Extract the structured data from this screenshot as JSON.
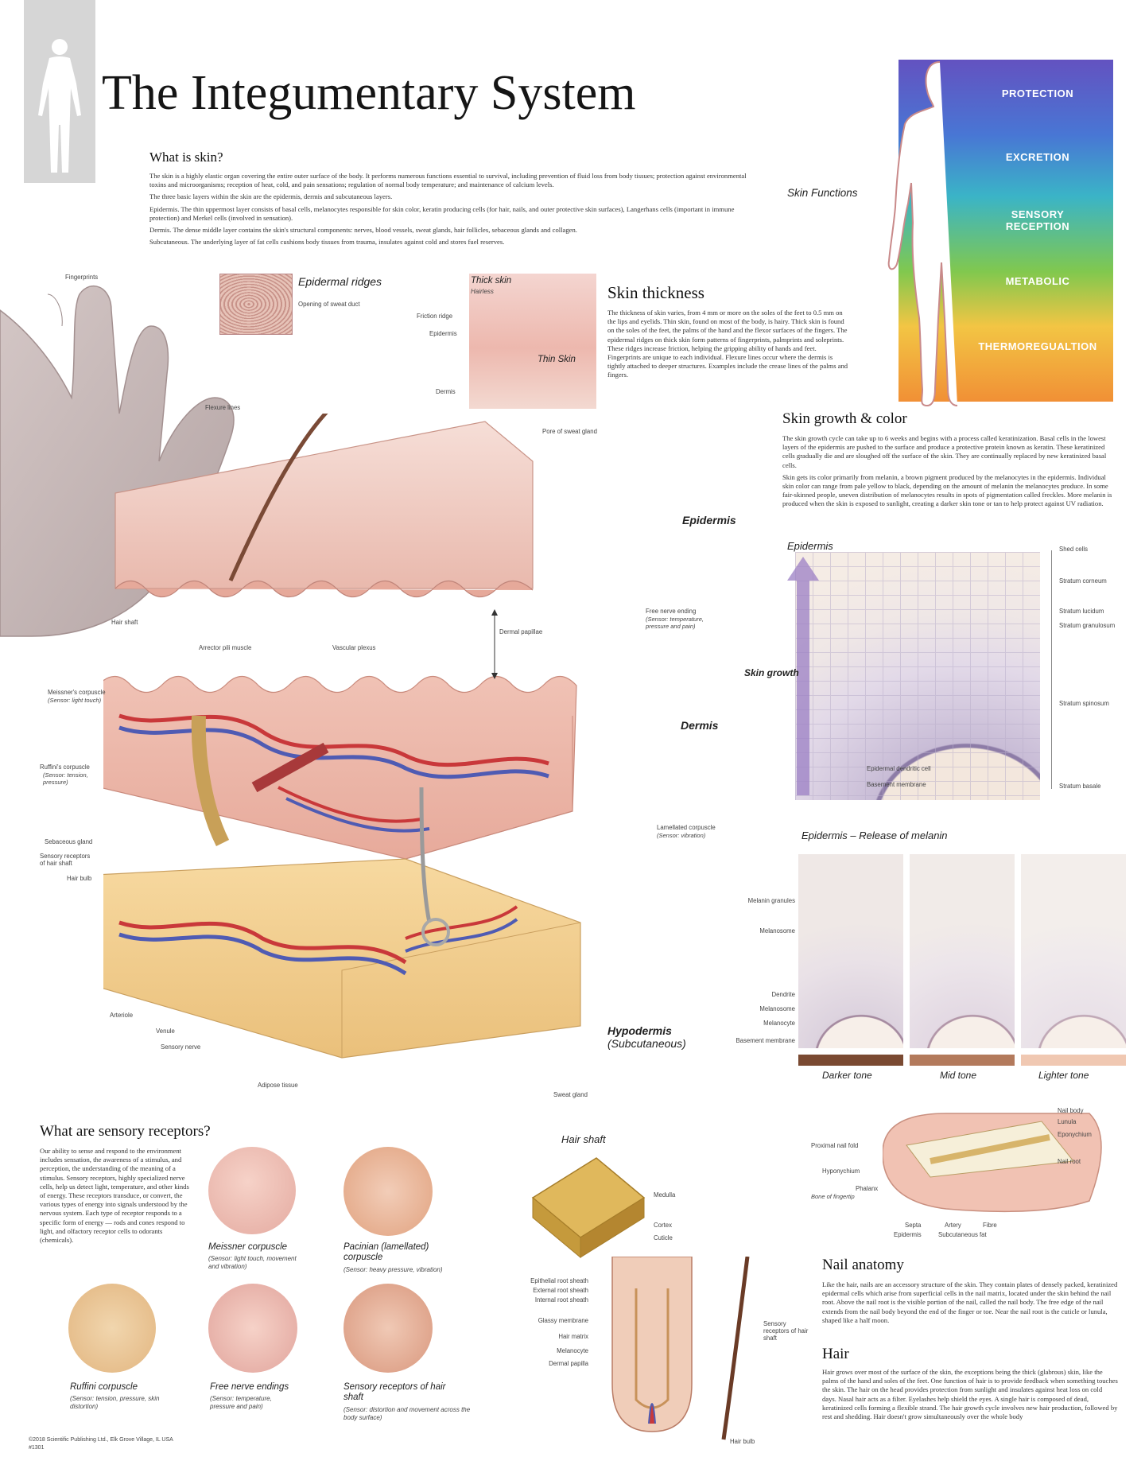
{
  "header": {
    "title": "The Integumentary System"
  },
  "what_is_skin": {
    "heading": "What is skin?",
    "p1": "The skin is a highly elastic organ covering the entire outer surface of the body. It performs numerous functions essential to survival, including prevention of fluid loss from body tissues; protection against environmental toxins and microorganisms; reception of heat, cold, and pain sensations; regulation of normal body temperature; and maintenance of calcium levels.",
    "p2": "The three basic layers within the skin are the epidermis, dermis and subcutaneous layers.",
    "p3": "Epidermis. The thin uppermost layer consists of basal cells, melanocytes responsible for skin color, keratin producing cells (for hair, nails, and outer protective skin surfaces), Langerhans cells (important in immune protection) and Merkel cells (involved in sensation).",
    "p4": "Dermis. The dense middle layer contains the skin's structural components: nerves, blood vessels, sweat glands, hair follicles, sebaceous glands and collagen.",
    "p5": "Subcutaneous. The underlying layer of fat cells cushions body tissues from trauma, insulates against cold and stores fuel reserves."
  },
  "skin_functions": {
    "label": "Skin Functions",
    "bands": [
      "PROTECTION",
      "EXCRETION",
      "SENSORY RECEPTION",
      "METABOLIC",
      "THERMOREGUALTION"
    ],
    "colors": [
      "#6a4fc2",
      "#3d7fd6",
      "#35b5b0",
      "#6cc24a",
      "#f0a235"
    ]
  },
  "ridges": {
    "title": "Epidermal ridges",
    "fingerprints": "Fingerprints",
    "sweat_duct": "Opening of sweat duct",
    "flexure": "Flexure lines"
  },
  "thickness_panel": {
    "thick": "Thick skin",
    "hairless": "Hairless",
    "thin": "Thin Skin",
    "friction": "Friction ridge",
    "epidermis": "Epidermis",
    "dermis": "Dermis"
  },
  "skin_thickness": {
    "heading": "Skin thickness",
    "text": "The thickness of skin varies, from 4 mm or more on the soles of the feet to 0.5 mm on the lips and eyelids. Thin skin, found on most of the body, is hairy. Thick skin is found on the soles of the feet, the palms of the hand and the flexor surfaces of the fingers. The epidermal ridges on thick skin form patterns of fingerprints, palmprints and soleprints. These ridges increase friction, helping the gripping ability of hands and feet. Fingerprints are unique to each individual. Flexure lines occur where the dermis is tightly attached to deeper structures. Examples include the crease lines of the palms and fingers."
  },
  "growth_color": {
    "heading": "Skin growth & color",
    "p1": "The skin growth cycle can take up to 6 weeks and begins with a process called keratinization. Basal cells in the lowest layers of the epidermis are pushed to the surface and produce a protective protein known as keratin. These keratinized cells gradually die and are sloughed off the surface of the skin. They are continually replaced by new keratinized basal cells.",
    "p2": "Skin gets its color primarily from melanin, a brown pigment produced by the melanocytes in the epidermis. Individual skin color can range from pale yellow to black, depending on the amount of melanin the melanocytes produce. In some fair-skinned people, uneven distribution of melanocytes results in spots of pigmentation called freckles. More melanin is produced when the skin is exposed to sunlight, creating a darker skin tone or tan to help protect against UV radiation."
  },
  "main_labels": {
    "epidermis": "Epidermis",
    "dermis": "Dermis",
    "hypodermis": "Hypodermis",
    "subcutaneous": "(Subcutaneous)",
    "pore": "Pore of sweat gland",
    "hair_shaft": "Hair shaft",
    "dermal_papillae": "Dermal papillae",
    "free_nerve": "Free nerve ending",
    "free_nerve_sub": "(Sensor: temperature, pressure and pain)",
    "arrector": "Arrector pili muscle",
    "vascular": "Vascular plexus",
    "meissner": "Meissner's corpuscle",
    "meissner_sub": "(Sensor: light touch)",
    "ruffini": "Ruffini's corpuscle",
    "ruffini_sub": "(Sensor: tension, pressure)",
    "sebaceous": "Sebaceous gland",
    "sensory_hair": "Sensory receptors of hair shaft",
    "hair_bulb": "Hair bulb",
    "lamellated": "Lamellated corpuscle",
    "lamellated_sub": "(Sensor: vibration)",
    "arteriole": "Arteriole",
    "venule": "Venule",
    "sensory_nerve": "Sensory nerve",
    "adipose": "Adipose tissue",
    "sweat_gland": "Sweat gland"
  },
  "epidermis_detail": {
    "title": "Epidermis",
    "growth": "Skin growth",
    "layers": [
      "Shed cells",
      "Stratum corneum",
      "Stratum lucidum",
      "Stratum granulosum",
      "Stratum spinosum",
      "Stratum basale"
    ],
    "dendritic": "Epidermal dendritic cell",
    "basement": "Basement membrane"
  },
  "melanin": {
    "title": "Epidermis – Release of melanin",
    "labels": [
      "Melanin granules",
      "Melanosome",
      "Dendrite",
      "Melanosome",
      "Melanocyte",
      "Basement membrane"
    ],
    "tones": [
      "Darker tone",
      "Mid tone",
      "Lighter tone"
    ],
    "tone_colors": [
      "#7a4a32",
      "#b37a5c",
      "#f0c8b2"
    ]
  },
  "sensory": {
    "heading": "What are sensory receptors?",
    "text": "Our ability to sense and respond to the environment includes sensation, the awareness of a stimulus, and perception, the understanding of the meaning of a stimulus. Sensory receptors, highly specialized nerve cells, help us detect light, temperature, and other kinds of energy. These receptors transduce, or convert, the various types of energy into signals understood by the nervous system. Each type of receptor responds to a specific form of energy — rods and cones respond to light, and olfactory receptor cells to odorants (chemicals).",
    "receptors": [
      {
        "name": "Meissner corpuscle",
        "sub": "(Sensor: light touch, movement and vibration)"
      },
      {
        "name": "Pacinian (lamellated) corpuscle",
        "sub": "(Sensor: heavy pressure, vibration)"
      },
      {
        "name": "Ruffini corpuscle",
        "sub": "(Sensor: tension, pressure, skin distortion)"
      },
      {
        "name": "Free nerve endings",
        "sub": "(Sensor: temperature, pressure and pain)"
      },
      {
        "name": "Sensory receptors of hair shaft",
        "sub": "(Sensor: distortion and movement across the body surface)"
      }
    ]
  },
  "hair_section": {
    "title": "Hair shaft",
    "medulla": "Medulla",
    "cortex": "Cortex",
    "cuticle": "Cuticle",
    "root_labels": [
      "Epithelial root sheath",
      "External root sheath",
      "Internal root sheath",
      "Glassy membrane",
      "Hair matrix",
      "Melanocyte",
      "Dermal papilla"
    ],
    "sensory": "Sensory receptors of hair shaft",
    "bulb": "Hair bulb"
  },
  "nail": {
    "labels_right": [
      "Nail body",
      "Lunula",
      "Eponychium",
      "Nail root"
    ],
    "proximal": "Proximal nail fold",
    "hyponychium": "Hyponychium",
    "phalanx": "Phalanx",
    "phalanx_sub": "Bone of fingertip",
    "bottom": [
      "Septa",
      "Artery",
      "Fibre",
      "Epidermis",
      "Subcutaneous fat"
    ],
    "heading": "Nail anatomy",
    "text": "Like the hair, nails are an accessory structure of the skin. They contain plates of densely packed, keratinized epidermal cells which arise from superficial cells in the nail matrix, located under the skin behind the nail root. Above the nail root is the visible portion of the nail, called the nail body. The free edge of the nail extends from the nail body beyond the end of the finger or toe. Near the nail root is the cuticle or lunula, shaped like a half moon."
  },
  "hair_text": {
    "heading": "Hair",
    "text": "Hair grows over most of the surface of the skin, the exceptions being the thick (glabrous) skin, like the palms of the hand and soles of the feet. One function of hair is to provide feedback when something touches the skin. The hair on the head provides protection from sunlight and insulates against heat loss on cold days. Nasal hair acts as a filter. Eyelashes help shield the eyes. A single hair is composed of dead, keratinized cells forming a flexible strand. The hair growth cycle involves new hair production, followed by rest and shedding. Hair doesn't grow simultaneously over the whole body"
  },
  "footer": {
    "copyright": "©2018 Scientific Publishing Ltd., Elk Grove Village, IL USA",
    "code": "#1301"
  }
}
